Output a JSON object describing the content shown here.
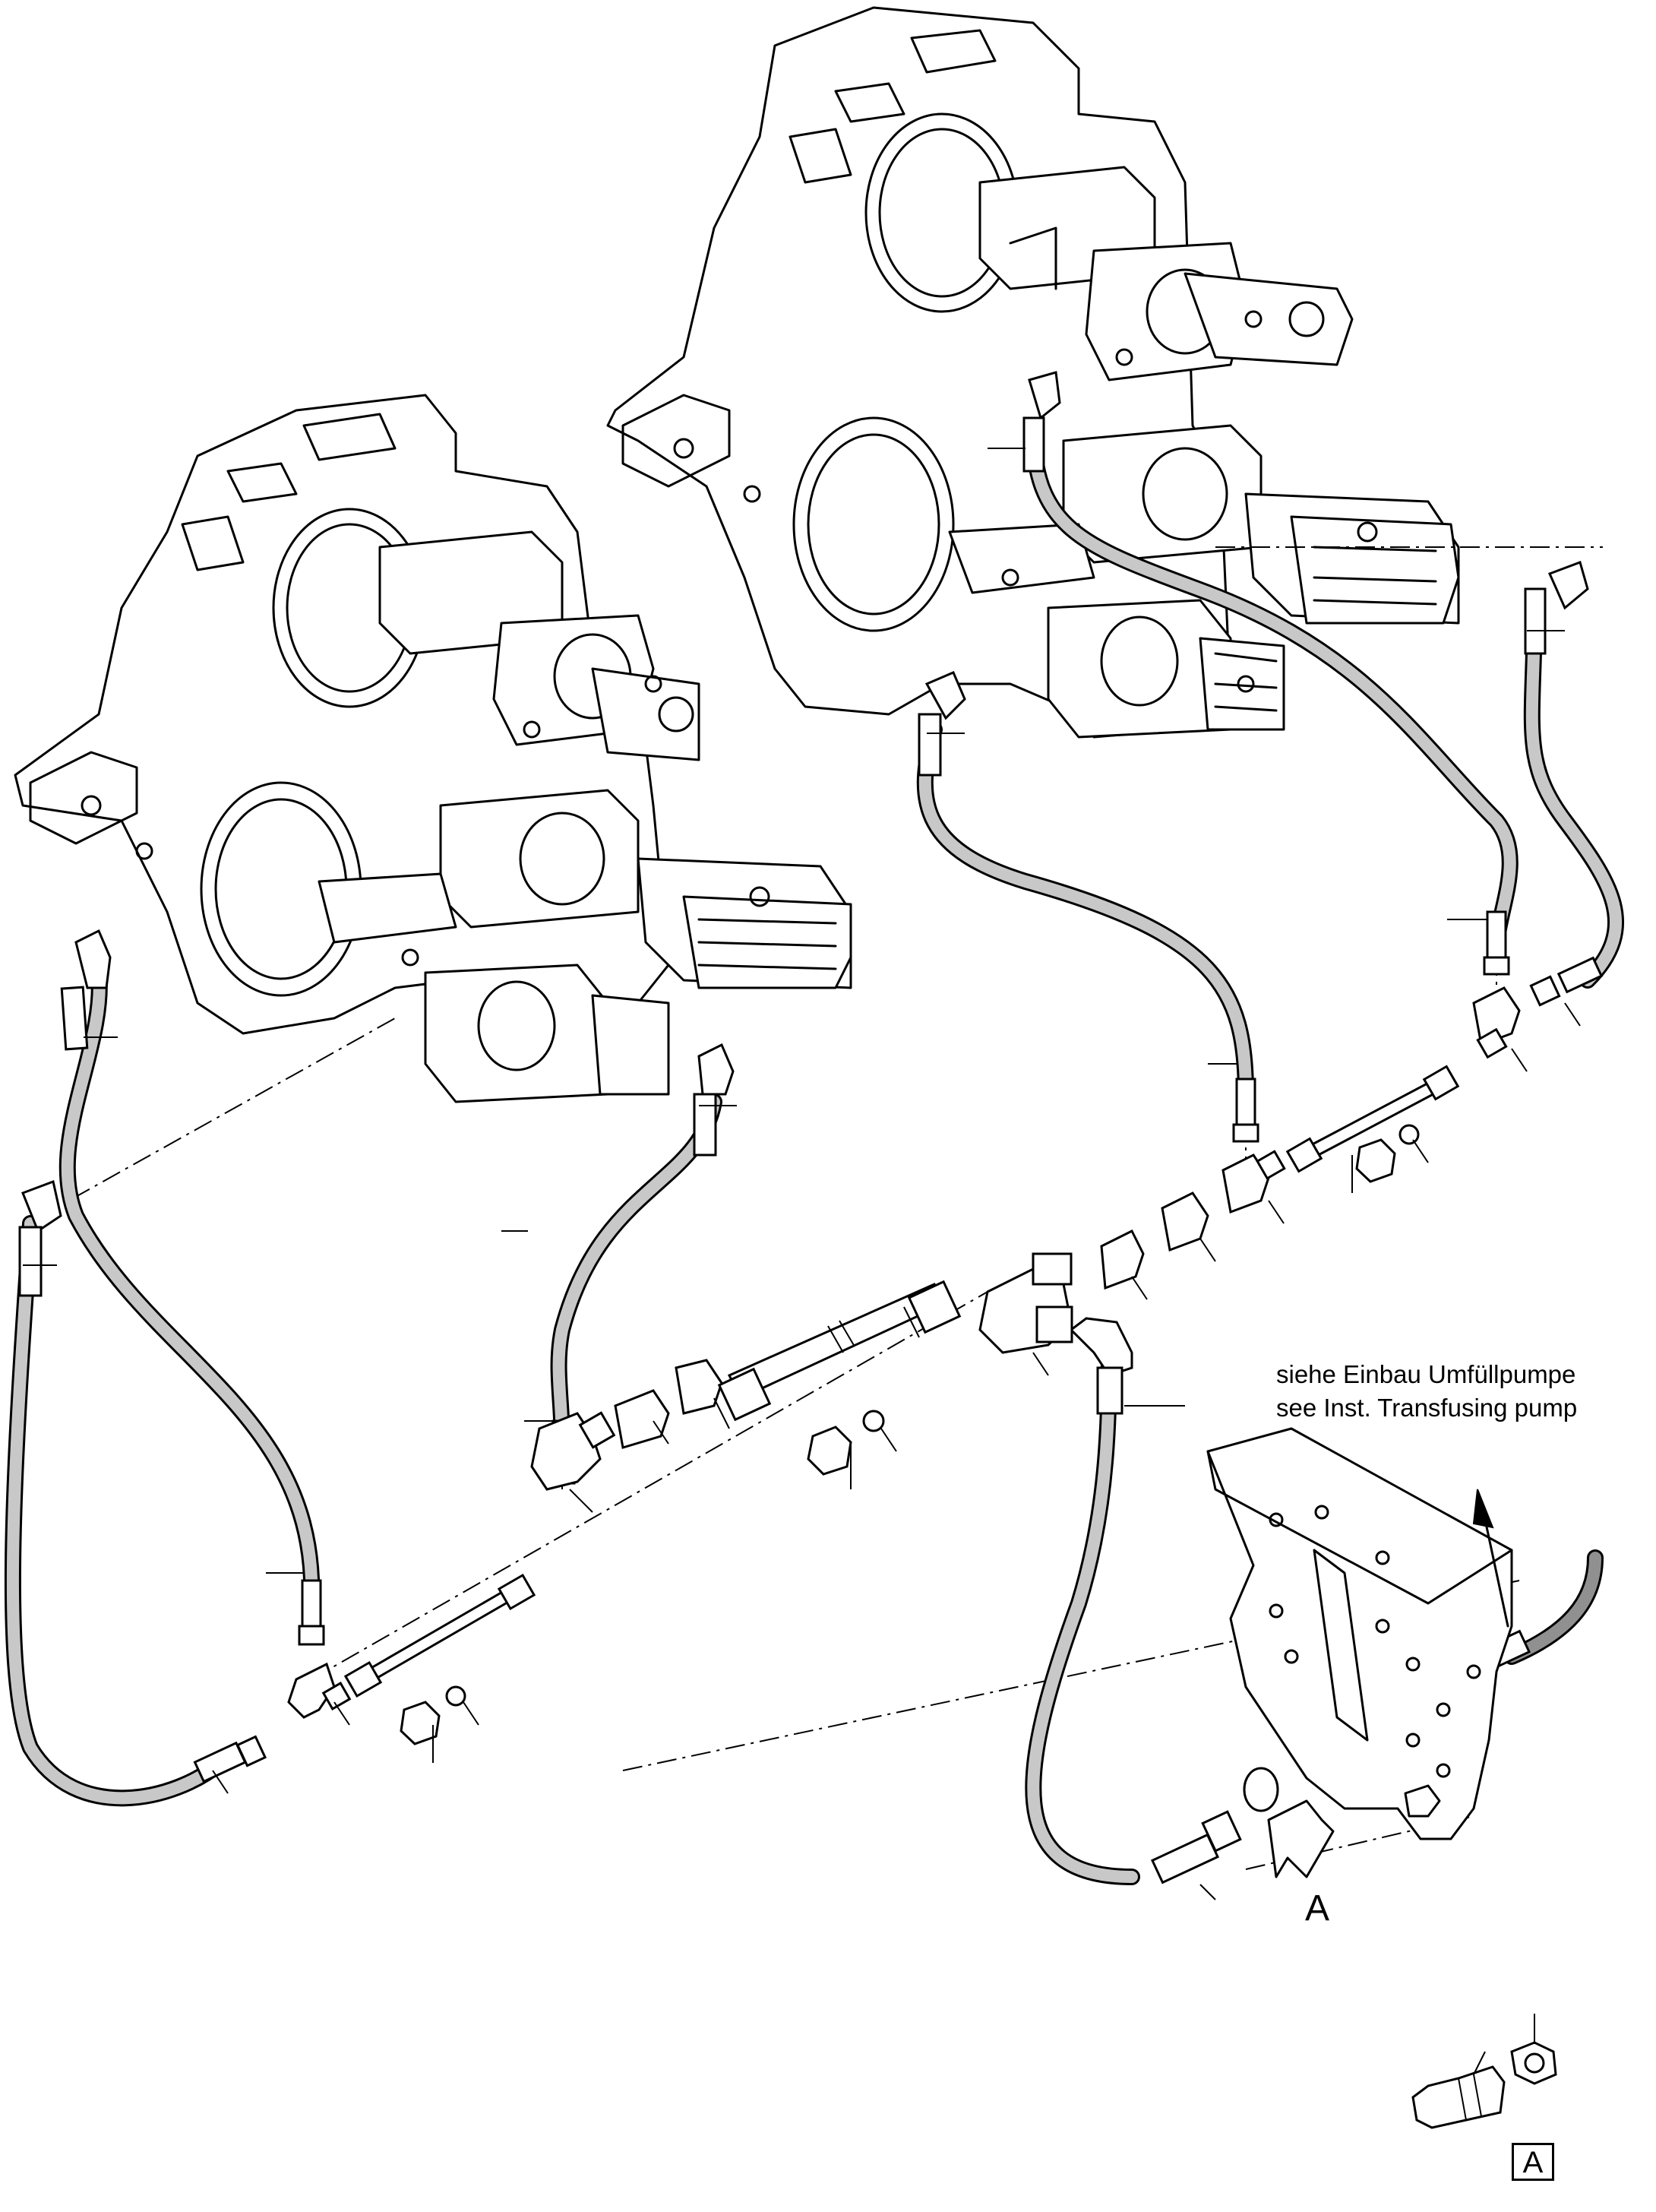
{
  "notes": {
    "install_ref_de": "siehe Einbau Umfüllpumpe",
    "install_ref_en": "see Inst. Transfusing pump"
  },
  "view_markers": {
    "view_arrow_label": "A",
    "detail_box_label": "A"
  },
  "colors": {
    "hose_fill": "#c8c8c8",
    "line": "#000000",
    "background": "#ffffff"
  }
}
